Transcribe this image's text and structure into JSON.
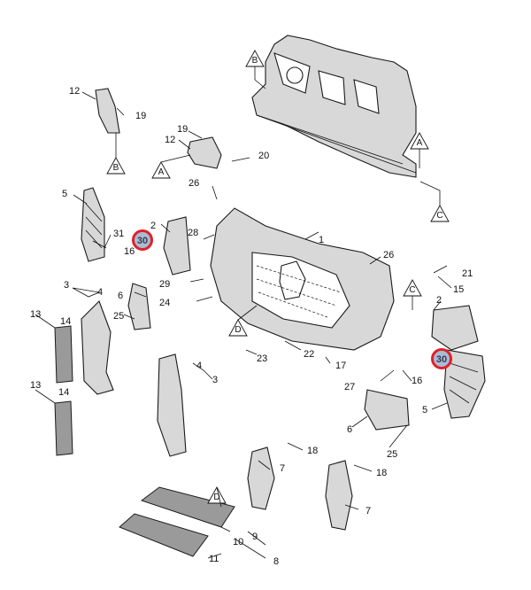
{
  "labels": {
    "n1": "1",
    "n2a": "2",
    "n2b": "2",
    "n3a": "3",
    "n3b": "3",
    "n4a": "4",
    "n4b": "4",
    "n5a": "5",
    "n5b": "5",
    "n6a": "6",
    "n6b": "6",
    "n7a": "7",
    "n7b": "7",
    "n8": "8",
    "n9": "9",
    "n10": "10",
    "n11": "11",
    "n12a": "12",
    "n12b": "12",
    "n13a": "13",
    "n13b": "13",
    "n14a": "14",
    "n14b": "14",
    "n15": "15",
    "n16a": "16",
    "n16b": "16",
    "n17": "17",
    "n18a": "18",
    "n18b": "18",
    "n19a": "19",
    "n19b": "19",
    "n20": "20",
    "n21": "21",
    "n22": "22",
    "n23": "23",
    "n24": "24",
    "n25a": "25",
    "n25b": "25",
    "n26a": "26",
    "n26b": "26",
    "n27": "27",
    "n28": "28",
    "n29": "29",
    "n31": "31"
  },
  "reference_markers": {
    "a1": "A",
    "a2": "A",
    "b1": "B",
    "b2": "B",
    "c1": "C",
    "c2": "C",
    "d1": "D",
    "d2": "D"
  },
  "highlighted_callouts": {
    "left": "30",
    "right": "30"
  },
  "colors": {
    "highlight_ring": "#e0202a",
    "highlight_fill": "#a9bcd6"
  }
}
